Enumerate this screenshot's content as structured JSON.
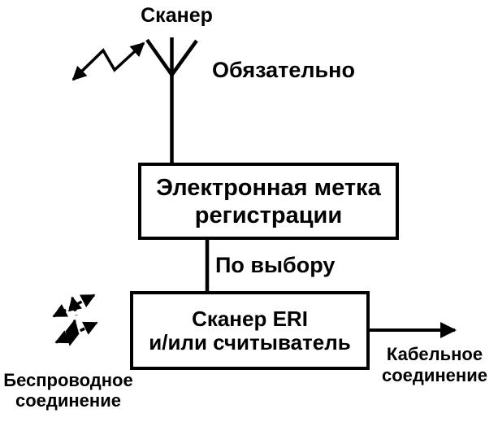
{
  "diagram": {
    "scanner_label": "Сканер",
    "mandatory_label": "Обязательно",
    "optional_label": "По выбору",
    "top_box": {
      "line1": "Электронная метка",
      "line2": "регистрации"
    },
    "bottom_box": {
      "line1": "Сканер ERI",
      "line2": "и/или считыватель"
    },
    "cable_label": {
      "line1": "Кабельное",
      "line2": "соединение"
    },
    "wireless_label": {
      "line1": "Беспроводное",
      "line2": "соединение"
    },
    "colors": {
      "ink": "#000000",
      "background": "#ffffff"
    }
  }
}
